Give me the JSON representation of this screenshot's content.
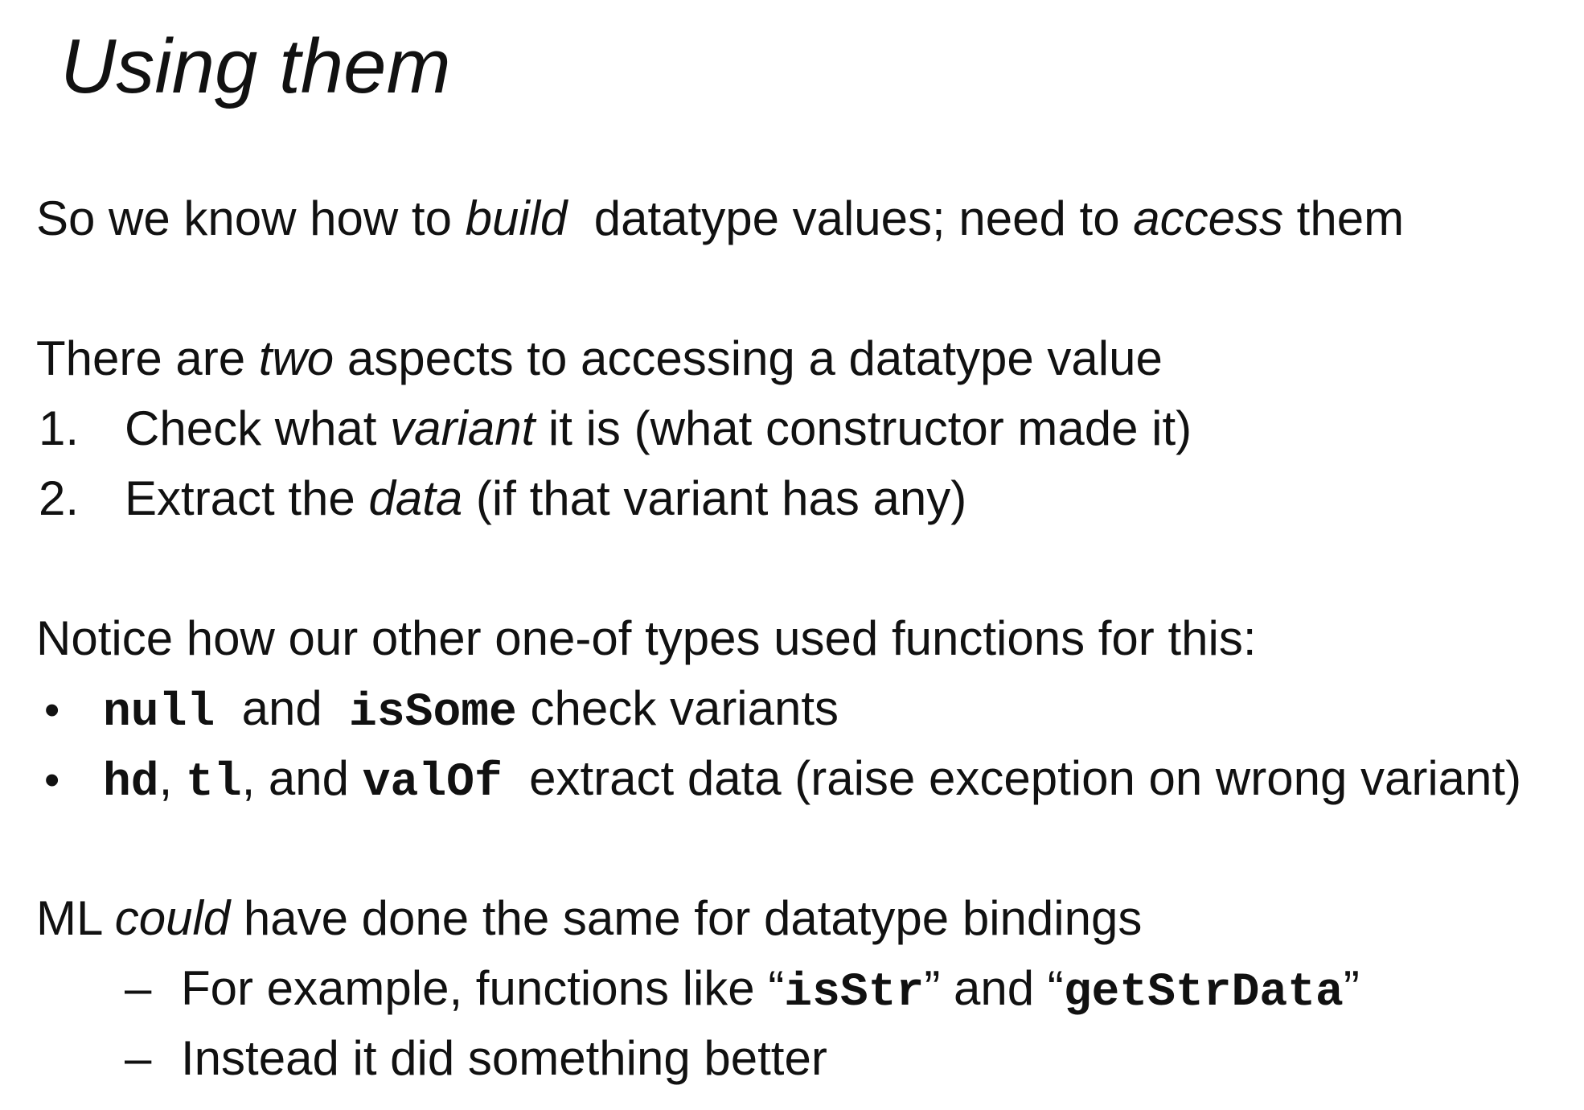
{
  "slide": {
    "title": "Using them",
    "intro": {
      "t1": "So we know how to ",
      "i1": "build",
      "t2": "  datatype values; need to ",
      "i2": "access",
      "t3": " them"
    },
    "aspects": {
      "t1": "There are ",
      "i1": "two",
      "t2": " aspects to accessing a datatype value",
      "item1": {
        "marker": "1.",
        "t1": "Check what ",
        "i1": "variant",
        "t2": " it is (what constructor made it)"
      },
      "item2": {
        "marker": "2.",
        "t1": "Extract the ",
        "i1": "data",
        "t2": " (if that variant has any)"
      }
    },
    "functions": {
      "lead": "Notice how our other one-of types used functions for this:",
      "bullet1": {
        "marker": "•",
        "c1": "null",
        "t1": "  and  ",
        "c2": "isSome",
        "t2": " check variants"
      },
      "bullet2": {
        "marker": "•",
        "c1": "hd",
        "t1": ", ",
        "c2": "tl",
        "t2": ", and ",
        "c3": "valOf",
        "t3": "  extract data (raise exception on wrong variant)"
      }
    },
    "ml": {
      "t1": "ML ",
      "i1": "could",
      "t2": " have done the same for datatype bindings",
      "sub1": {
        "marker": "–",
        "t1": "For example, functions like “",
        "c1": "isStr",
        "t2": "” and “",
        "c2": "getStrData",
        "t3": "”"
      },
      "sub2": {
        "marker": "–",
        "t1": "Instead it did something better"
      }
    }
  }
}
